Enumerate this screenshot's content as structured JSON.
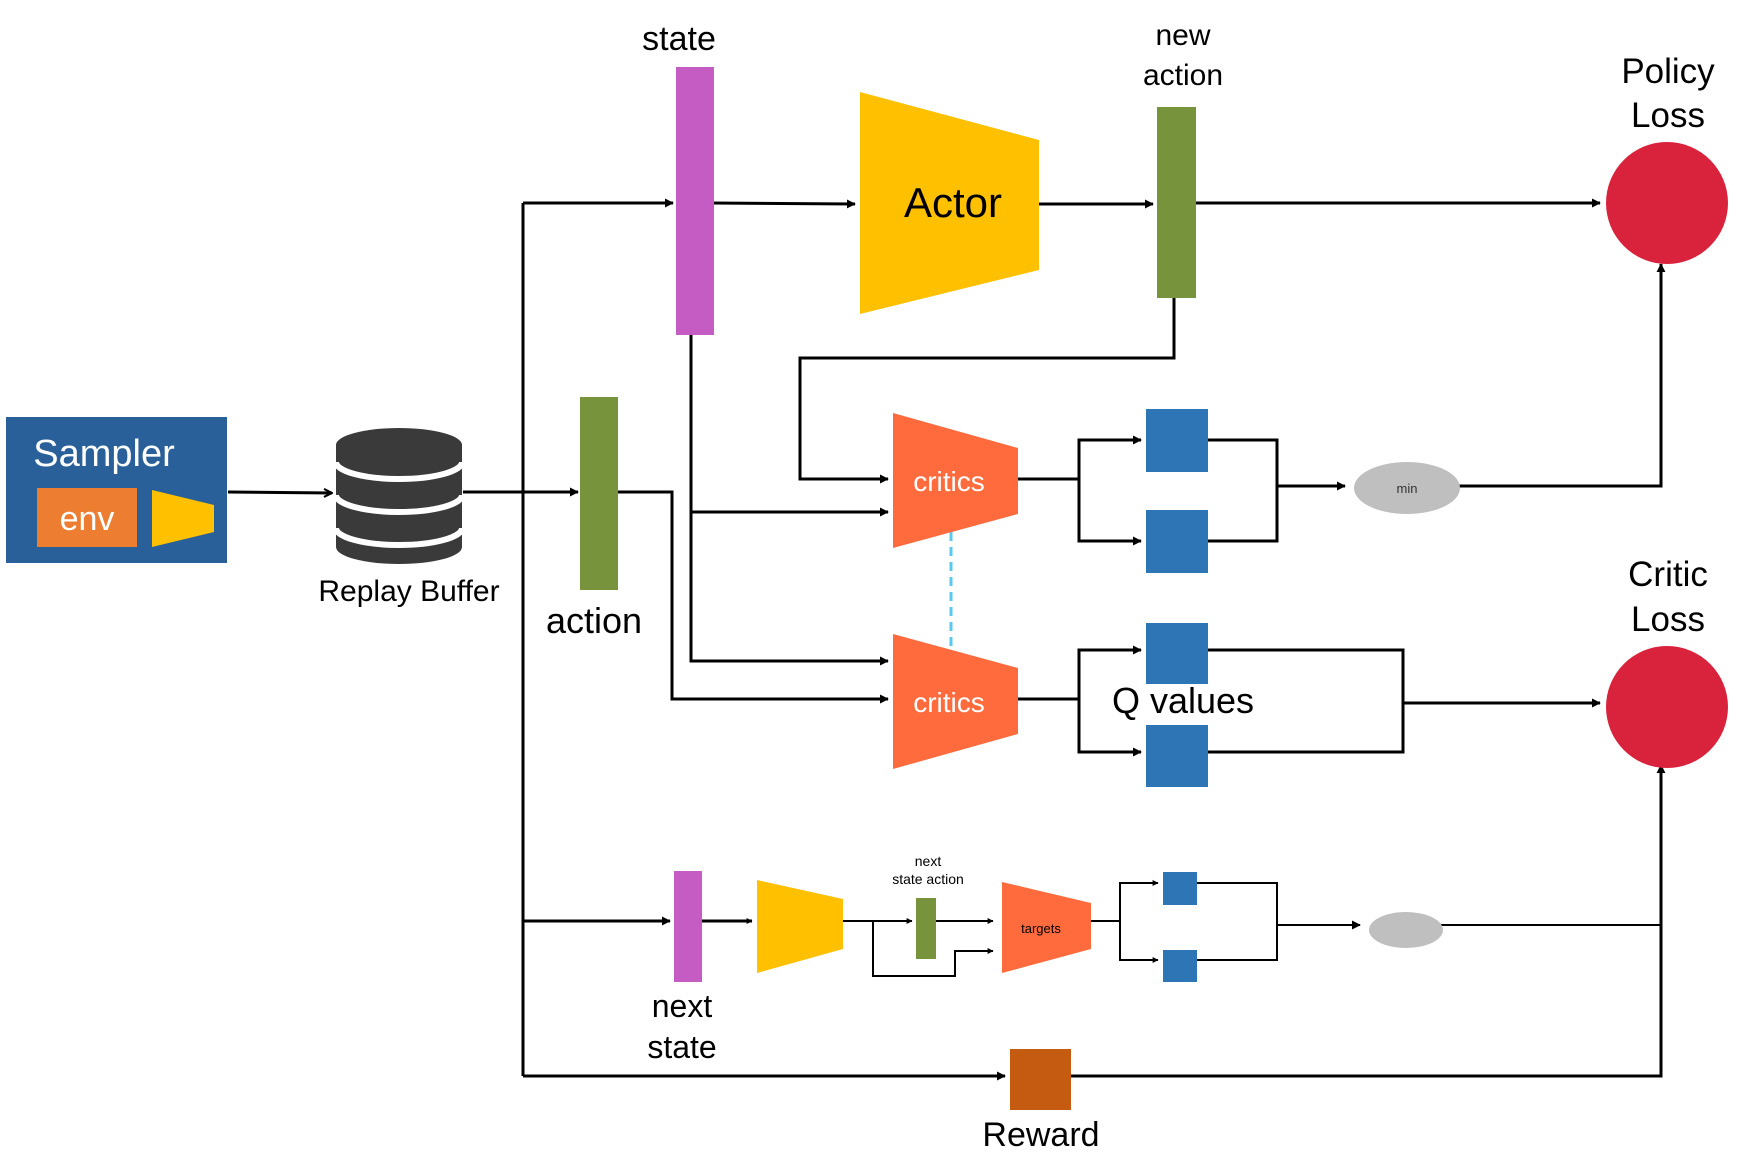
{
  "sampler": {
    "title": "Sampler",
    "env_label": "env"
  },
  "replay_buffer": {
    "label": "Replay Buffer"
  },
  "state": {
    "label": "state"
  },
  "action": {
    "label": "action"
  },
  "actor": {
    "label": "Actor"
  },
  "new_action": {
    "line1": "new",
    "line2": "action"
  },
  "critics_top": {
    "label": "critics"
  },
  "critics_bottom": {
    "label": "critics"
  },
  "q_values": {
    "label": "Q values"
  },
  "min": {
    "label": "min"
  },
  "policy_loss": {
    "line1": "Policy",
    "line2": "Loss"
  },
  "critic_loss": {
    "line1": "Critic",
    "line2": "Loss"
  },
  "next_state": {
    "line1": "next",
    "line2": "state"
  },
  "next_state_action": {
    "line1": "next",
    "line2": "state action"
  },
  "targets": {
    "label": "targets"
  },
  "reward": {
    "label": "Reward"
  },
  "colors": {
    "sampler_bg": "#2A6099",
    "env_bg": "#ED7D31",
    "actor": "#FFC000",
    "state_bar": "#C55CC4",
    "action_bar": "#77933C",
    "critics": "#FF6B3D",
    "q_box": "#2E75B6",
    "loss": "#D9233C",
    "min": "#BFBFBF",
    "reward": "#C55A11",
    "db": "#3A3A3A",
    "dashed": "#5BC8F0"
  }
}
